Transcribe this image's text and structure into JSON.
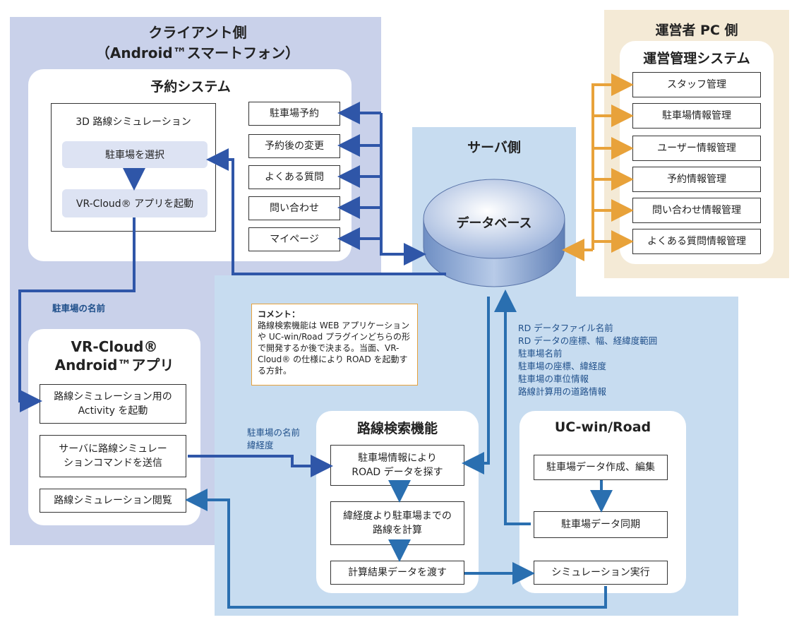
{
  "client": {
    "title_line1": "クライアント側",
    "title_line2": "（Android™スマートフォン）",
    "reservation": {
      "title": "予約システム",
      "sim_title": "3D 路線シミュレーション",
      "select_parking": "駐車場を選択",
      "launch_app": "VR-Cloud® アプリを起動",
      "menu": [
        "駐車場予約",
        "予約後の変更",
        "よくある質問",
        "問い合わせ",
        "マイページ"
      ]
    },
    "parking_name_label": "駐車場の名前",
    "vrcloud": {
      "title_line1": "VR-Cloud®",
      "title_line2": "Android™アプリ",
      "activity": "路線シミュレーション用の\nActivity を起動",
      "send_command": "サーバに路線シミュレー\nションコマンドを送信",
      "view": "路線シミュレーション閲覧"
    }
  },
  "server": {
    "title": "サーバ側",
    "database": "データベース",
    "comment": {
      "title": "コメント：",
      "body": "路線検索機能は WEB アプリケーションや UC-win/Road プラグインどちらの形で開発するか後で決まる。当面、VR-Cloud® の仕様により ROAD を起動する方針。"
    },
    "data_labels": [
      "RD データファイル名前",
      "RD データの座標、幅、経緯度範囲",
      "駐車場名前",
      "駐車場の座標、緯経度",
      "駐車場の車位情報",
      "路線計算用の道路情報"
    ],
    "send_labels": [
      "駐車場の名前",
      "緯経度"
    ],
    "route_search": {
      "title": "路線検索機能",
      "step1": "駐車場情報により\nROAD データを探す",
      "step2": "緯経度より駐車場までの\n路線を計算",
      "step3": "計算結果データを渡す"
    },
    "ucwin": {
      "title": "UC-win/Road",
      "create": "駐車場データ作成、編集",
      "sync": "駐車場データ同期",
      "run": "シミュレーション実行"
    }
  },
  "operator": {
    "title": "運営者 PC 側",
    "system_title": "運営管理システム",
    "items": [
      "スタッフ管理",
      "駐車場情報管理",
      "ユーザー情報管理",
      "予約情報管理",
      "問い合わせ情報管理",
      "よくある質問情報管理"
    ]
  },
  "colors": {
    "blue_arrow": "#2f56a8",
    "steel_arrow": "#2a6fb0",
    "orange_arrow": "#e8a23a"
  }
}
